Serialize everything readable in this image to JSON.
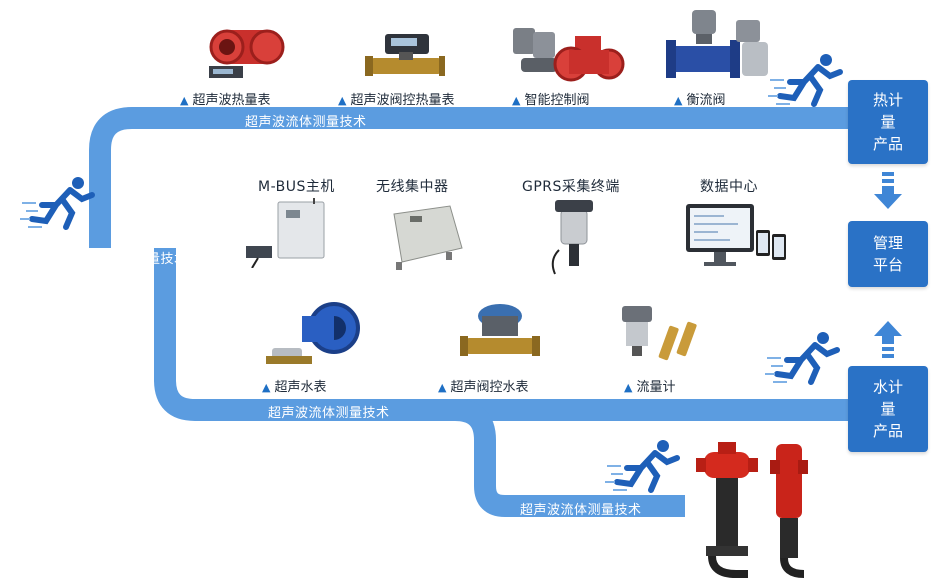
{
  "heat_products": [
    {
      "label": "超声波热量表",
      "icon": "heat-meter"
    },
    {
      "label": "超声波阀控热量表",
      "icon": "valve-heat-meter"
    },
    {
      "label": "智能控制阀",
      "icon": "control-valve"
    },
    {
      "label": "衡流阀",
      "icon": "balance-valve"
    }
  ],
  "middle_items": [
    {
      "label": "M-BUS主机",
      "icon": "mbus-host"
    },
    {
      "label": "无线集中器",
      "icon": "wireless-concentrator"
    },
    {
      "label": "GPRS采集终端",
      "icon": "gprs-terminal"
    },
    {
      "label": "数据中心",
      "icon": "data-center"
    }
  ],
  "water_products": [
    {
      "label": "超声水表",
      "icon": "ultrasonic-water-meter"
    },
    {
      "label": "超声阀控水表",
      "icon": "valve-water-meter"
    },
    {
      "label": "流量计",
      "icon": "flow-meter"
    }
  ],
  "bands": {
    "top": "超声波流体测量技术",
    "main": "超声波流体测量技术",
    "bottom": "超声波流体测量技术",
    "lowest": "超声波流体测量技术"
  },
  "boxes": {
    "heat_line1": "热计量",
    "heat_line2": "产品",
    "mgmt_line1": "管理",
    "mgmt_line2": "平台",
    "water_line1": "水计量",
    "water_line2": "产品"
  },
  "colors": {
    "band": "#5b9ce0",
    "box": "#2a72c6",
    "runner": "#1e5fb8",
    "hydrant": "#d42a1e"
  }
}
